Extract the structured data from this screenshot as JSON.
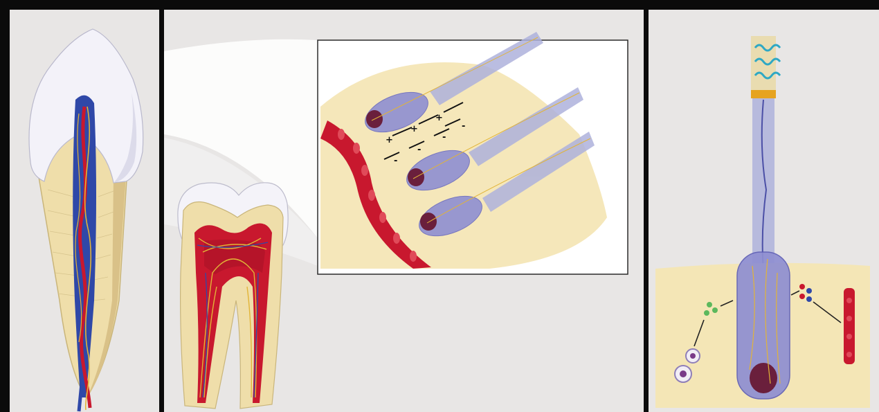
{
  "figure": {
    "panels": [
      {
        "id": "left",
        "depicts": "incisor-longitudinal-section"
      },
      {
        "id": "middle",
        "depicts": "molar-section-with-odontoblast-inset"
      },
      {
        "id": "right",
        "depicts": "single-odontoblast-with-released-molecules"
      }
    ],
    "inset_signs": {
      "top_row": [
        "+",
        "+",
        "+"
      ],
      "bottom_row": [
        "-",
        "-",
        "-",
        "-"
      ]
    },
    "colors": {
      "frame": "#0b0b0b",
      "panel_background": "#e8e6e5",
      "enamel": "#f2f1f8",
      "dentin": "#efdeaa",
      "pulp_red": "#c8182e",
      "vein_blue": "#2f48a8",
      "nerve_yellow": "#e2b437",
      "cell_lavender": "#8f8fd2",
      "nucleus": "#6a1f3c"
    }
  }
}
